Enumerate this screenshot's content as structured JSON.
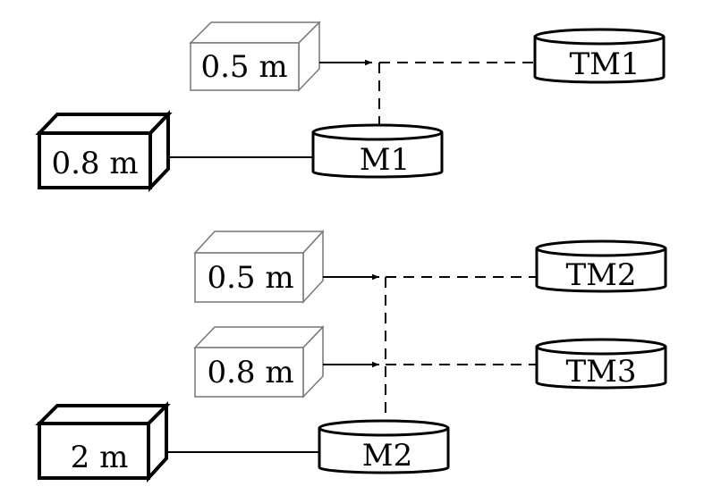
{
  "diagram": {
    "group1": {
      "box_small": "0.5 m",
      "box_large": "0.8 m",
      "model": "M1",
      "target": "TM1"
    },
    "group2": {
      "box_small_a": "0.5 m",
      "box_small_b": "0.8 m",
      "box_large": "2 m",
      "model": "M2",
      "target_a": "TM2",
      "target_b": "TM3"
    }
  }
}
